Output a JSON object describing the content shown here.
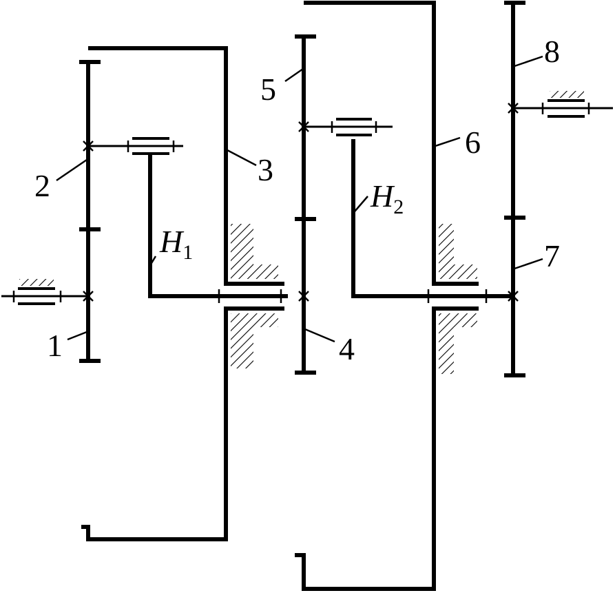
{
  "labels": {
    "gear_1": "1",
    "gear_2": "2",
    "gear_3": "3",
    "gear_4": "4",
    "gear_5": "5",
    "gear_6": "6",
    "gear_7": "7",
    "gear_8": "8",
    "carrier_1_letter": "H",
    "carrier_1_sub": "1",
    "carrier_2_letter": "H",
    "carrier_2_sub": "2"
  },
  "colors": {
    "line": "#000000",
    "background": "#ffffff"
  }
}
